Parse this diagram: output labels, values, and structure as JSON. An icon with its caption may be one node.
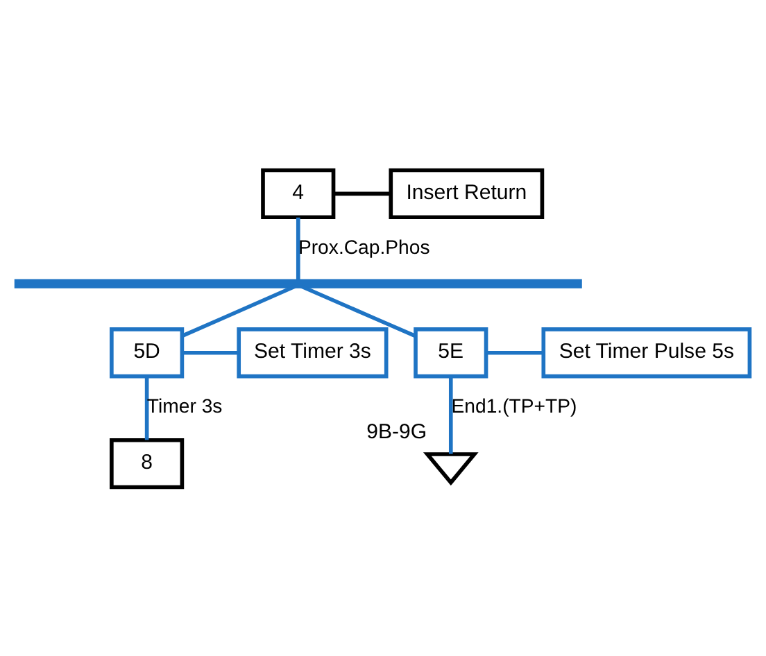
{
  "diagram": {
    "nodes": [
      {
        "text": [
          "4"
        ]
      },
      {
        "text": [
          "Insert Return"
        ]
      },
      {
        "text": [],
        "shape": "bar"
      },
      {
        "text": [
          "5D"
        ]
      },
      {
        "text": [
          "Set Timer 3s"
        ]
      },
      {
        "text": [
          "5E"
        ]
      },
      {
        "text": [
          "Set Timer Pulse 5s"
        ]
      },
      {
        "text": [
          "8"
        ]
      },
      {
        "text": [],
        "shape": "triangle",
        "beside": [
          "9B-9G"
        ]
      }
    ],
    "edges": [
      {
        "from": 0,
        "to": 1,
        "arrow": "none",
        "color": "#000000"
      },
      {
        "from": 0,
        "to": 2,
        "arrow": "none",
        "label": "Prox.Cap.Phos"
      },
      {
        "from": 2,
        "to": 3,
        "arrow": "none"
      },
      {
        "from": 2,
        "to": 5,
        "arrow": "none"
      },
      {
        "from": 3,
        "to": 4,
        "arrow": "none"
      },
      {
        "from": 5,
        "to": 6,
        "arrow": "none"
      },
      {
        "from": 3,
        "to": 7,
        "arrow": "none",
        "label": "Timer 3s"
      },
      {
        "from": 5,
        "to": 8,
        "arrow": "none",
        "label": "End1.(TP+TP)"
      }
    ]
  }
}
